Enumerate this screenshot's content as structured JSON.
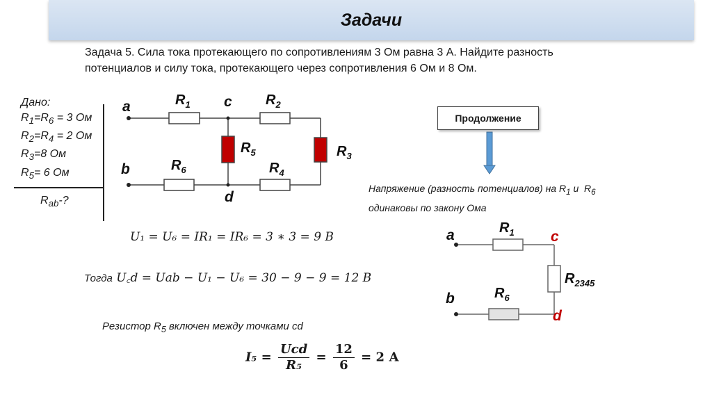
{
  "header": {
    "title": "Задачи"
  },
  "task": {
    "line1": "Задача 5. Сила тока протекающего по сопротивлениям 3 Ом равна 3 А. Найдите разность",
    "line2": "потенциалов и силу тока, протекающего через сопротивления 6 Ом и 8 Ом."
  },
  "given": {
    "label": "Дано:",
    "l1": "R1=R6 = 3 Ом",
    "l2": "R2=R4 = 2 Ом",
    "l3": "R3=8 Ом",
    "l4": "R5= 6 Ом",
    "find": "Rab-?"
  },
  "circuit_main": {
    "nodes": {
      "a": "a",
      "b": "b",
      "c": "c",
      "d": "d"
    },
    "resistors": {
      "r1": {
        "letter": "R",
        "sub": "1"
      },
      "r2": {
        "letter": "R",
        "sub": "2"
      },
      "r3": {
        "letter": "R",
        "sub": "3"
      },
      "r4": {
        "letter": "R",
        "sub": "4"
      },
      "r5": {
        "letter": "R",
        "sub": "5"
      },
      "r6": {
        "letter": "R",
        "sub": "6"
      }
    },
    "colors": {
      "highlight": "#c00000",
      "wire": "#444444"
    }
  },
  "continue_button": "Продолжение",
  "note": {
    "line1": "Напряжение (разность потенциалов) на R1 и  R6",
    "line2": "одинаковы по закону Ома"
  },
  "circuit_small": {
    "nodes": {
      "a": "a",
      "b": "b",
      "c": "c",
      "d": "d"
    },
    "resistors": {
      "r1": {
        "letter": "R",
        "sub": "1"
      },
      "r6": {
        "letter": "R",
        "sub": "6"
      },
      "r2345": {
        "letter": "R",
        "sub": "2345"
      }
    },
    "colors": {
      "node_label": "#c00000"
    }
  },
  "equations": {
    "eq1": "U₁ = U₆ = IR₁ = IR₆ = 3 ∗ 3 = 9 В",
    "then_label": "Тогда",
    "eq2": "U꜀d = Uab − U₁ − U₆ = 30 − 9 − 9 = 12 В",
    "r5_note": "Резистор R5 включен между точками cd",
    "final": {
      "lhs": "I₅",
      "num": "Ucd",
      "den": "R₅",
      "num2": "12",
      "den2": "6",
      "result": "2 А"
    }
  }
}
